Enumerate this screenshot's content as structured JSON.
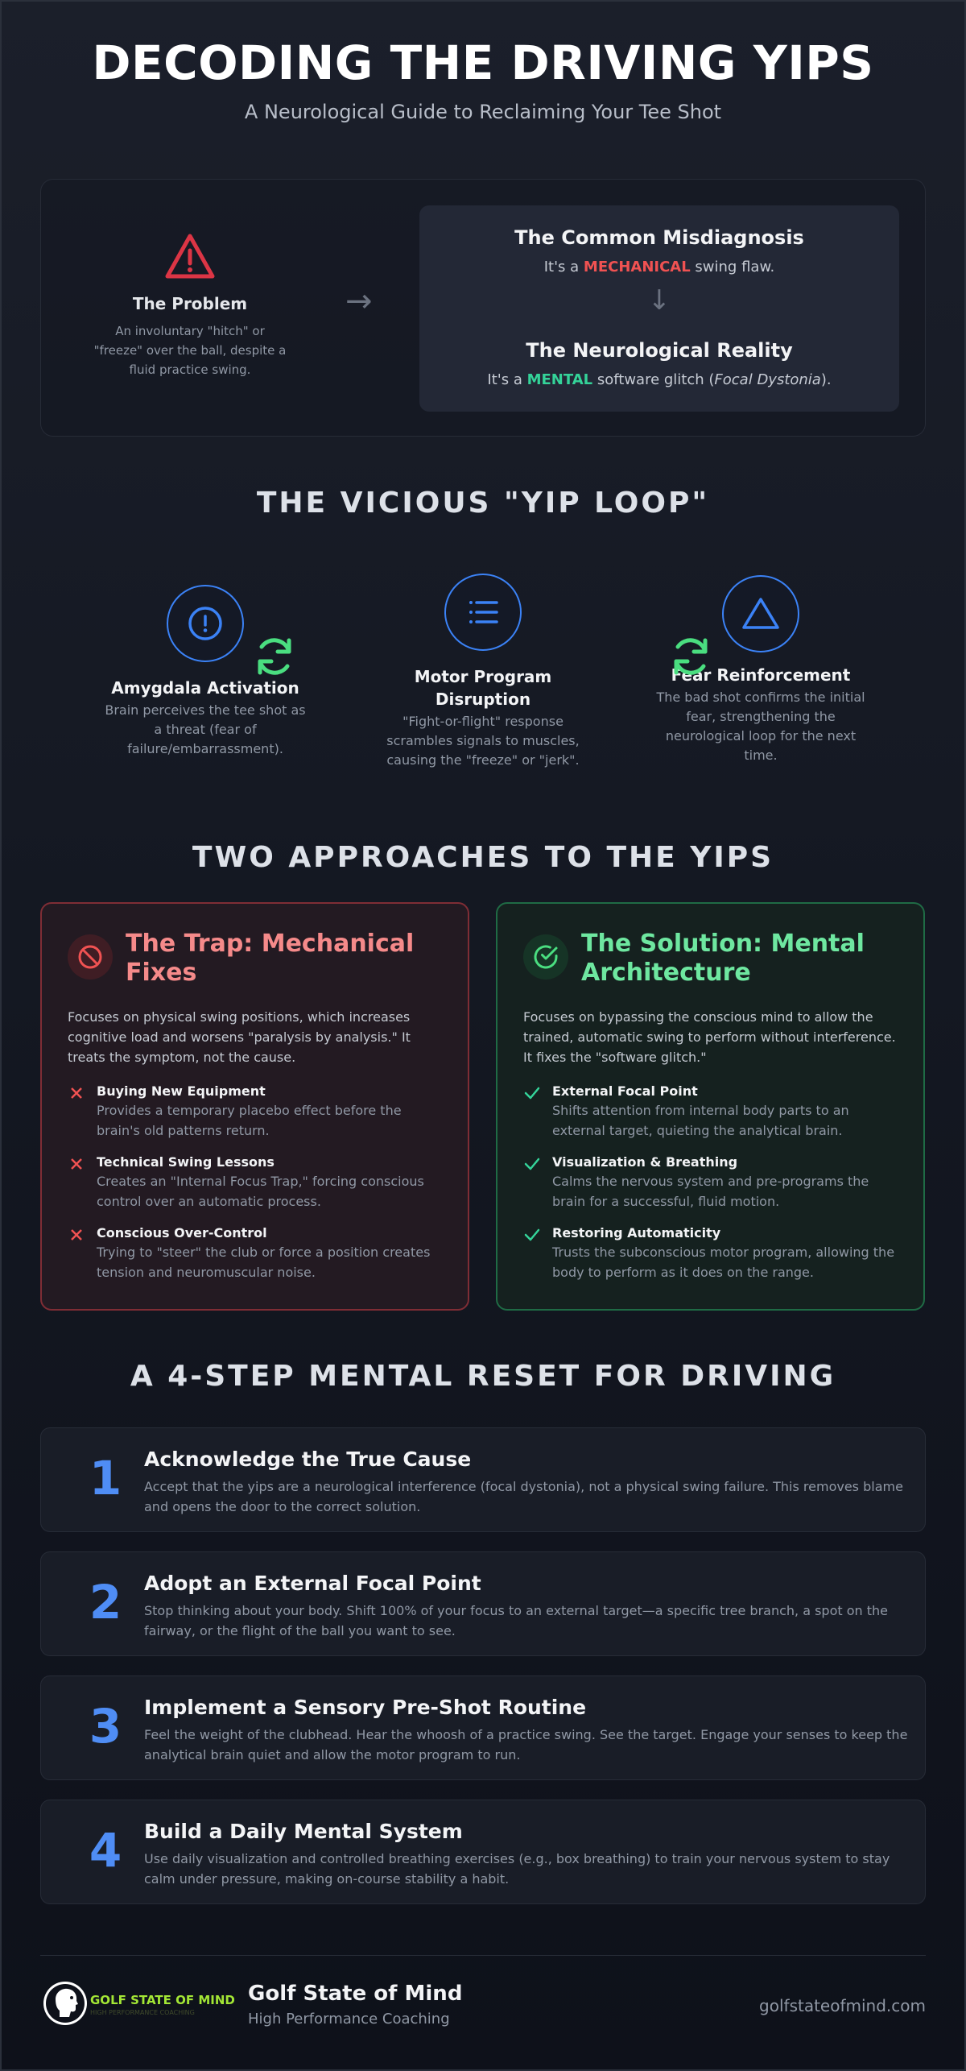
{
  "header": {
    "title": "DECODING THE DRIVING YIPS",
    "subtitle": "A Neurological Guide to Reclaiming Your Tee Shot"
  },
  "problem": {
    "icon": "warning-triangle-icon",
    "title": "The Problem",
    "description": "An involuntary \"hitch\" or \"freeze\" over the ball, despite a fluid practice swing.",
    "misdiagnosis_title": "The Common Misdiagnosis",
    "misdiagnosis_pre": "It's a ",
    "misdiagnosis_highlight": "MECHANICAL",
    "misdiagnosis_post": " swing flaw.",
    "reality_title": "The Neurological Reality",
    "reality_pre": "It's a ",
    "reality_highlight": "MENTAL",
    "reality_mid": " software glitch (",
    "reality_italic": "Focal Dystonia",
    "reality_post": ")."
  },
  "loop": {
    "heading": "THE VICIOUS \"YIP LOOP\"",
    "items": [
      {
        "icon": "alert-circle-icon",
        "title": "Amygdala Activation",
        "description": "Brain perceives the tee shot as a threat (fear of failure/embarrassment)."
      },
      {
        "icon": "list-icon",
        "title": "Motor Program Disruption",
        "description": "\"Fight-or-flight\" response scrambles signals to muscles, causing the \"freeze\" or \"jerk\"."
      },
      {
        "icon": "triangle-icon",
        "title": "Fear Reinforcement",
        "description": "The bad shot confirms the initial fear, strengthening the neurological loop for the next time."
      }
    ]
  },
  "approaches": {
    "heading": "TWO APPROACHES TO THE YIPS",
    "trap": {
      "title": "The Trap: Mechanical Fixes",
      "intro": "Focuses on physical swing positions, which increases cognitive load and worsens \"paralysis by analysis.\" It treats the symptom, not the cause.",
      "items": [
        {
          "title": "Buying New Equipment",
          "description": "Provides a temporary placebo effect before the brain's old patterns return."
        },
        {
          "title": "Technical Swing Lessons",
          "description": "Creates an \"Internal Focus Trap,\" forcing conscious control over an automatic process."
        },
        {
          "title": "Conscious Over-Control",
          "description": "Trying to \"steer\" the club or force a position creates tension and neuromuscular noise."
        }
      ]
    },
    "solution": {
      "title": "The Solution: Mental Architecture",
      "intro": "Focuses on bypassing the conscious mind to allow the trained, automatic swing to perform without interference. It fixes the \"software glitch.\"",
      "items": [
        {
          "title": "External Focal Point",
          "description": "Shifts attention from internal body parts to an external target, quieting the analytical brain."
        },
        {
          "title": "Visualization & Breathing",
          "description": "Calms the nervous system and pre-programs the brain for a successful, fluid motion."
        },
        {
          "title": "Restoring Automaticity",
          "description": "Trusts the subconscious motor program, allowing the body to perform as it does on the range."
        }
      ]
    }
  },
  "steps": {
    "heading": "A 4-STEP MENTAL RESET FOR DRIVING",
    "items": [
      {
        "number": "1",
        "title": "Acknowledge the True Cause",
        "description": "Accept that the yips are a neurological interference (focal dystonia), not a physical swing failure. This removes blame and opens the door to the correct solution."
      },
      {
        "number": "2",
        "title": "Adopt an External Focal Point",
        "description": "Stop thinking about your body. Shift 100% of your focus to an external target—a specific tree branch, a spot on the fairway, or the flight of the ball you want to see."
      },
      {
        "number": "3",
        "title": "Implement a Sensory Pre-Shot Routine",
        "description": "Feel the weight of the clubhead. Hear the whoosh of a practice swing. See the target. Engage your senses to keep the analytical brain quiet and allow the motor program to run."
      },
      {
        "number": "4",
        "title": "Build a Daily Mental System",
        "description": "Use daily visualization and controlled breathing exercises (e.g., box breathing) to train your nervous system to stay calm under pressure, making on-course stability a habit."
      }
    ]
  },
  "footer": {
    "logo_text": "GOLF STATE OF MIND",
    "logo_sub": "HIGH PERFORMANCE COACHING",
    "brand": "Golf State of Mind",
    "tagline": "High Performance Coaching",
    "website": "golfstateofmind.com"
  },
  "colors": {
    "accent_blue": "#3b82f6",
    "danger_red": "#f05252",
    "success_green": "#34d399",
    "logo_green": "#a3e635"
  }
}
